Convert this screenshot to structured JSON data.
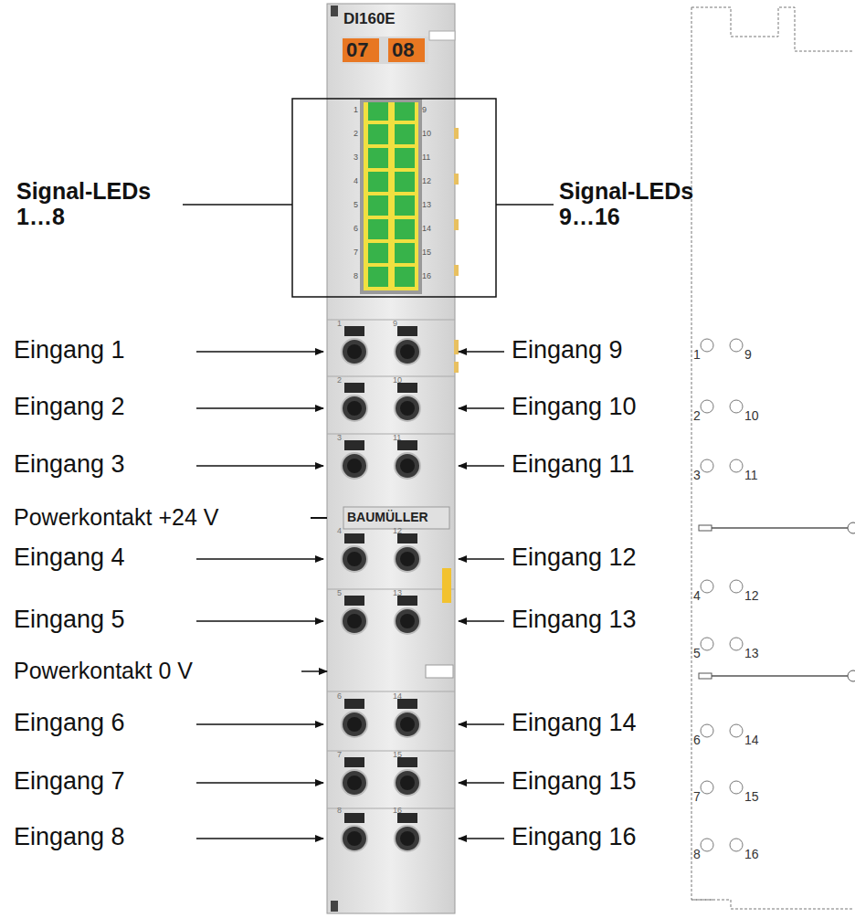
{
  "diagram": {
    "labels": [
      "DI160E",
      "07",
      "08",
      "1",
      "2",
      "3",
      "4",
      "5",
      "6",
      "7",
      "8",
      "9",
      "10",
      "11",
      "12",
      "13",
      "14",
      "15",
      "16",
      "Signal-LEDs 1…8",
      "Signal-LEDs 9…16",
      "1",
      "9",
      "2",
      "10",
      "3",
      "11",
      "4",
      "12",
      "5",
      "13",
      "6",
      "14",
      "7",
      "15",
      "8",
      "16",
      "Eingang 1",
      "Eingang 2",
      "Eingang 3",
      "Eingang 4",
      "Eingang 5",
      "Eingang 6",
      "Eingang 7",
      "Eingang 8",
      "Eingang 9",
      "Eingang 10",
      "Eingang 11",
      "Eingang 12",
      "Eingang 13",
      "Eingang 14",
      "Eingang 15",
      "Eingang 16",
      "Powerkontakt +24 V",
      "Powerkontakt 0 V",
      "BAUMÜLLER",
      "1",
      "9",
      "2",
      "10",
      "3",
      "11",
      "4",
      "12",
      "5",
      "13",
      "6",
      "14",
      "7",
      "15",
      "8",
      "16"
    ]
  }
}
